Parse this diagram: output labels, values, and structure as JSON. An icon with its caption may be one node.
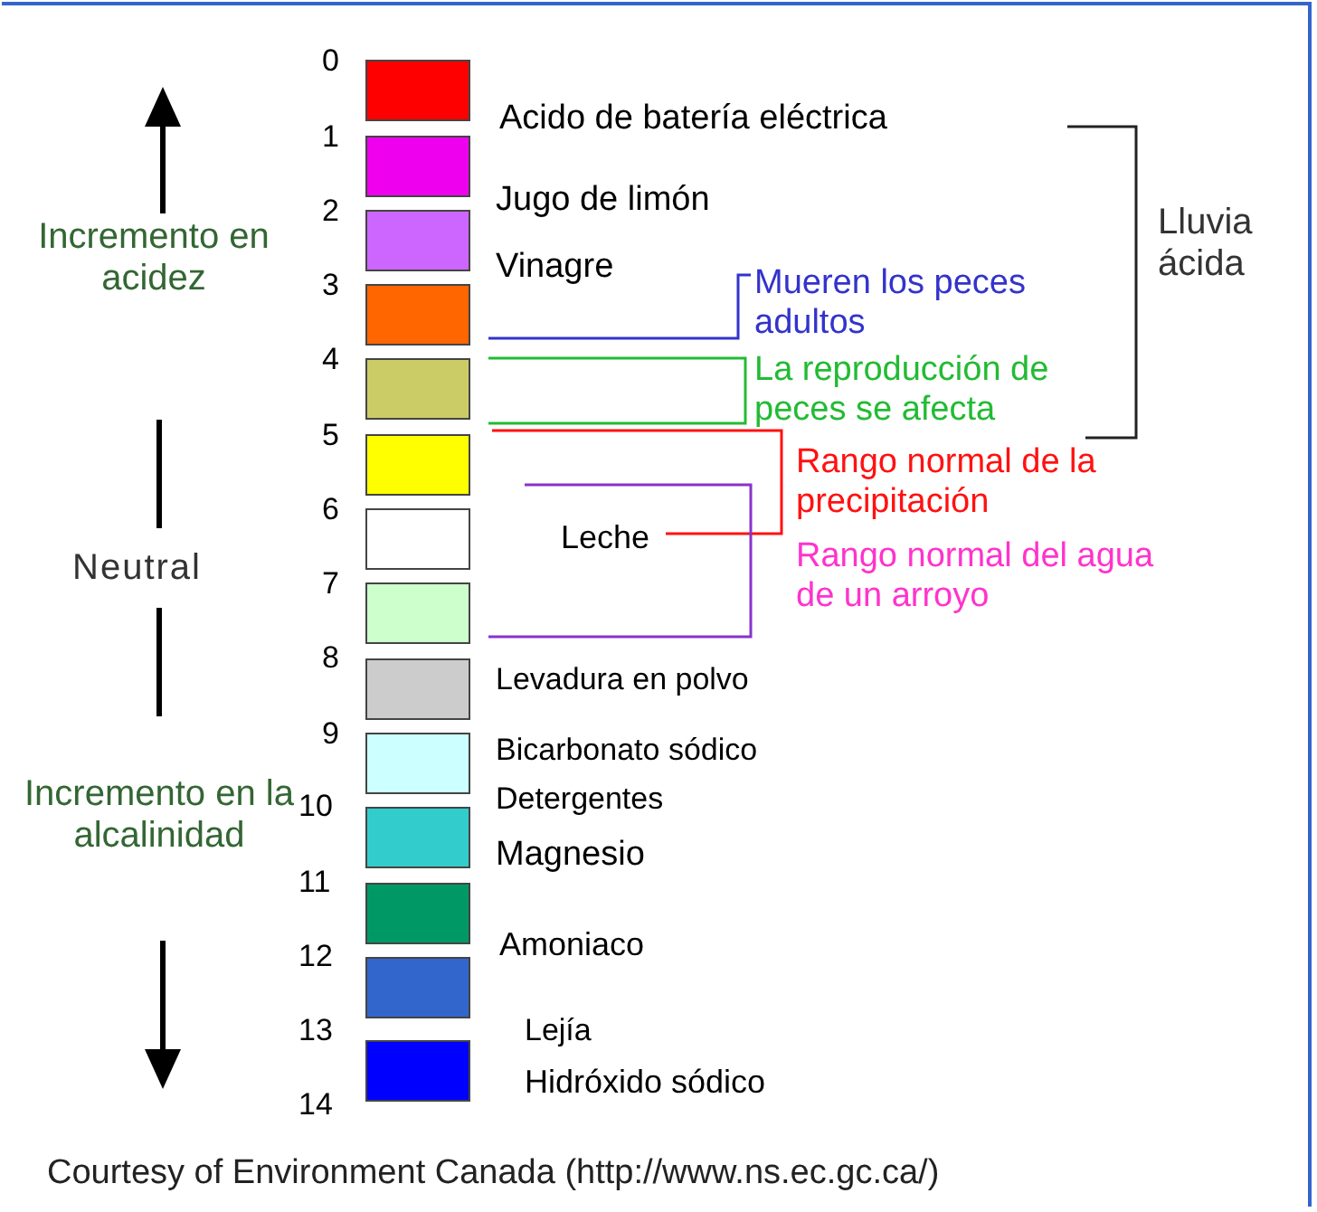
{
  "diagram": {
    "caption": "Courtesy of Environment Canada (http://www.ns.ec.gc.ca/)",
    "nodes": [
      {
        "text": [],
        "shape": "box"
      },
      {
        "text": [],
        "shape": "box"
      },
      {
        "text": [],
        "shape": "box"
      },
      {
        "text": [],
        "shape": "box"
      },
      {
        "text": [],
        "shape": "box"
      },
      {
        "text": [],
        "shape": "box"
      },
      {
        "text": [],
        "shape": "box"
      },
      {
        "text": [],
        "shape": "box"
      },
      {
        "text": [],
        "shape": "box"
      },
      {
        "text": [],
        "shape": "box"
      },
      {
        "text": [],
        "shape": "box"
      },
      {
        "text": [],
        "shape": "box"
      },
      {
        "text": [],
        "shape": "box"
      },
      {
        "text": [],
        "shape": "box"
      }
    ],
    "edges": [],
    "labels": [
      "0",
      "1",
      "2",
      "3",
      "4",
      "5",
      "6",
      "7",
      "8",
      "9",
      "10",
      "11",
      "12",
      "13",
      "14",
      "Incremento en acidez",
      "Neutral",
      "Incremento en la alcalinidad",
      "Acido de batería eléctrica",
      "Jugo de limón",
      "Vinagre",
      "Leche",
      "Levadura en polvo",
      "Bicarbonato sódico",
      "Detergentes",
      "Magnesio",
      "Amoniaco",
      "Lejía",
      "Hidróxido sódico",
      "Lluvia ácida",
      "Mueren los peces adultos",
      "La reproducción de peces se afecta",
      "Rango normal de la precipitación",
      "Rango normal del agua de un arroyo"
    ]
  }
}
